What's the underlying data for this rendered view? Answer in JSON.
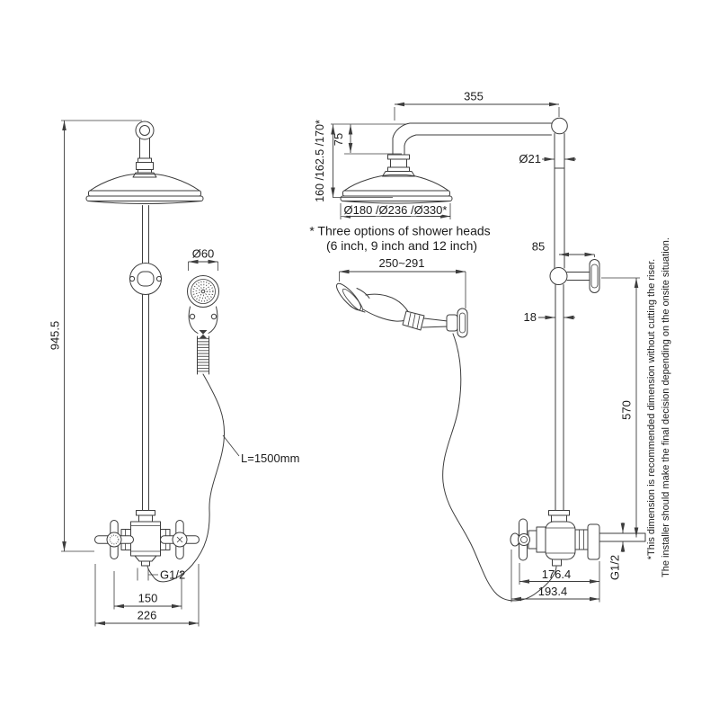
{
  "colors": {
    "line": "#3d3d3d",
    "text": "#1c1c1c",
    "background": "#ffffff"
  },
  "front_view": {
    "dim_overall_height": "945.5",
    "dim_hand_shower_diameter": "Ø60",
    "hose_length_label": "L=1500mm",
    "outlet_thread_label": "G1/2",
    "dim_inlet_centers": "150",
    "dim_overall_width": "226"
  },
  "side_view": {
    "dim_arm_projection": "355",
    "dim_arm_drop": "75",
    "dim_head_height_options": "160 /162.5 /170*",
    "dim_head_diameter_options": "Ø180 /Ø236 /Ø330*",
    "head_options_note_line1": "* Three options of shower heads",
    "head_options_note_line2": "(6 inch, 9 inch and 12 inch)",
    "dim_hand_shower_reach": "250~291",
    "dim_riser_diameter": "Ø21",
    "dim_bracket_offset": "85",
    "dim_lower_riser_diameter": "18",
    "dim_bracket_to_valve": "570",
    "dim_valve_to_wall": "176.4",
    "dim_overall_depth": "193.4",
    "outlet_thread_label": "G1/2",
    "riser_note_line1": "*This dimension is recommended dimension without cutting the riser.",
    "riser_note_line2": "The installer should make the final decision depending on the onsite situation."
  }
}
